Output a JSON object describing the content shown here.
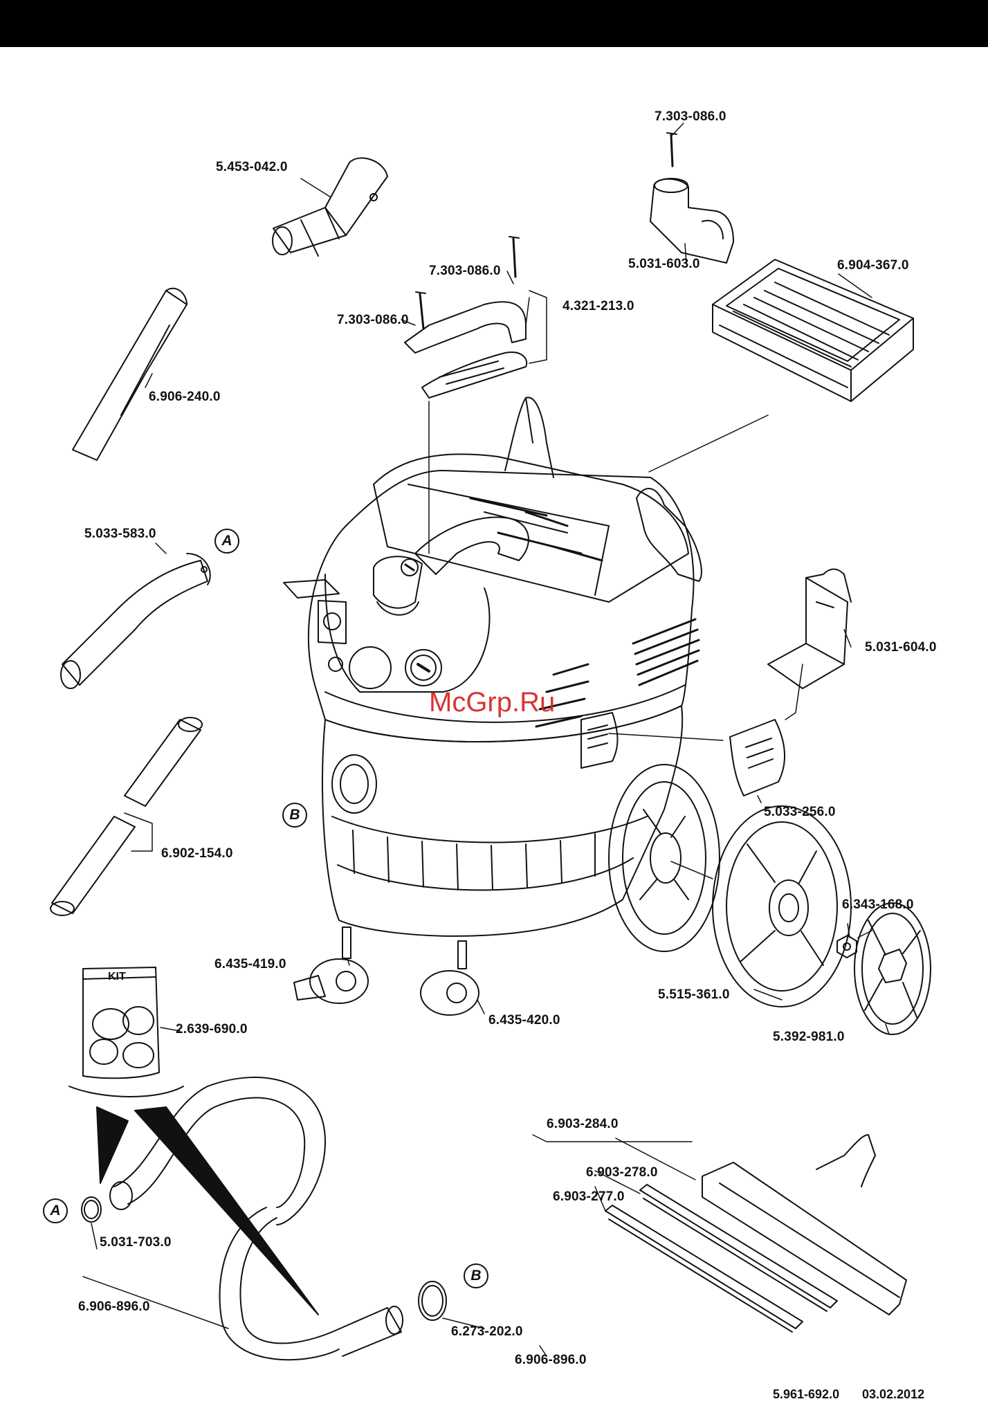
{
  "parts": [
    {
      "id": "p1",
      "label": "7.303-086.0"
    },
    {
      "id": "p2",
      "label": "5.453-042.0"
    },
    {
      "id": "p3",
      "label": "5.031-603.0"
    },
    {
      "id": "p4",
      "label": "6.904-367.0"
    },
    {
      "id": "p5",
      "label": "7.303-086.0"
    },
    {
      "id": "p6",
      "label": "4.321-213.0"
    },
    {
      "id": "p7",
      "label": "7.303-086.0"
    },
    {
      "id": "p8",
      "label": "6.906-240.0"
    },
    {
      "id": "p9",
      "label": "5.033-583.0"
    },
    {
      "id": "p10",
      "label": "5.031-604.0"
    },
    {
      "id": "p11",
      "label": "5.033-256.0"
    },
    {
      "id": "p12",
      "label": "6.902-154.0"
    },
    {
      "id": "p13",
      "label": "6.343-168.0"
    },
    {
      "id": "p14",
      "label": "6.435-419.0"
    },
    {
      "id": "p15",
      "label": "5.515-361.0"
    },
    {
      "id": "p16",
      "label": "6.435-420.0"
    },
    {
      "id": "p17",
      "label": "2.639-690.0"
    },
    {
      "id": "p18",
      "label": "5.392-981.0"
    },
    {
      "id": "p19",
      "label": "6.903-284.0"
    },
    {
      "id": "p20",
      "label": "6.903-278.0"
    },
    {
      "id": "p21",
      "label": "6.903-277.0"
    },
    {
      "id": "p22",
      "label": "5.031-703.0"
    },
    {
      "id": "p23",
      "label": "6.906-896.0"
    },
    {
      "id": "p24",
      "label": "6.273-202.0"
    },
    {
      "id": "p25",
      "label": "6.906-896.0"
    }
  ],
  "markers": {
    "a": "A",
    "b": "B"
  },
  "kit_label": "KIT",
  "watermark": "McGrp.Ru",
  "footer": {
    "doc_number": "5.961-692.0",
    "date": "03.02.2012"
  },
  "colors": {
    "line": "#111111",
    "watermark": "#d61f1f",
    "topbar": "#000000"
  }
}
